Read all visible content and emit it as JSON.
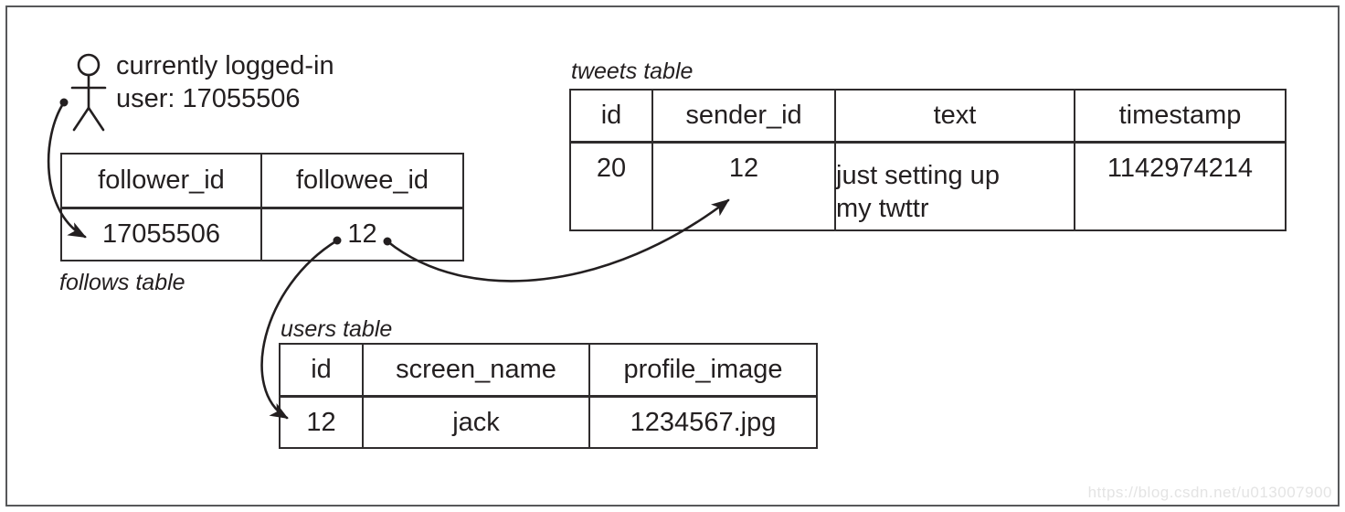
{
  "actor": {
    "icon": "person-icon",
    "line1": "currently logged-in",
    "line2": "user: 17055506"
  },
  "tables": {
    "follows": {
      "label": "follows table",
      "columns": [
        "follower_id",
        "followee_id"
      ],
      "rows": [
        [
          "17055506",
          "12"
        ]
      ]
    },
    "tweets": {
      "label": "tweets table",
      "columns": [
        "id",
        "sender_id",
        "text",
        "timestamp"
      ],
      "rows": [
        [
          "20",
          "12",
          [
            "just setting up",
            "my twttr"
          ],
          "1142974214"
        ]
      ]
    },
    "users": {
      "label": "users table",
      "columns": [
        "id",
        "screen_name",
        "profile_image"
      ],
      "rows": [
        [
          "12",
          "jack",
          "1234567.jpg"
        ]
      ]
    }
  },
  "arrows": [
    {
      "name": "user-to-follows",
      "from": "currently logged-in user 17055506",
      "to": "follows.follower_id 17055506"
    },
    {
      "name": "follows-to-users",
      "from": "follows.followee_id 12",
      "to": "users.id 12"
    },
    {
      "name": "follows-to-tweets",
      "from": "follows.followee_id 12",
      "to": "tweets.sender_id 12"
    }
  ],
  "colors": {
    "ink": "#231f20",
    "frame_border": "#57585a",
    "table_border": "#2f2c2d",
    "watermark": "#e4e4e4",
    "background": "#ffffff"
  },
  "watermark": {
    "text": "https://blog.csdn.net/u013007900"
  }
}
